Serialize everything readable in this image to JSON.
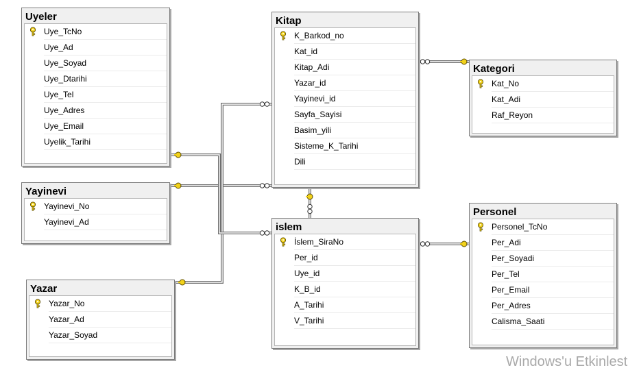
{
  "tables": {
    "uyeler": {
      "title": "Uyeler",
      "key_icon": "key-icon",
      "columns": [
        "Uye_TcNo",
        "Uye_Ad",
        "Uye_Soyad",
        "Uye_Dtarihi",
        "Uye_Tel",
        "Uye_Adres",
        "Uye_Email",
        "Uyelik_Tarihi"
      ]
    },
    "kitap": {
      "title": "Kitap",
      "key_icon": "key-icon",
      "columns": [
        "K_Barkod_no",
        "Kat_id",
        "Kitap_Adi",
        "Yazar_id",
        "Yayinevi_id",
        "Sayfa_Sayisi",
        "Basim_yili",
        "Sisteme_K_Tarihi",
        "Dili"
      ]
    },
    "kategori": {
      "title": "Kategori",
      "key_icon": "key-icon",
      "columns": [
        "Kat_No",
        "Kat_Adi",
        "Raf_Reyon"
      ]
    },
    "yayinevi": {
      "title": "Yayinevi",
      "key_icon": "key-icon",
      "columns": [
        "Yayinevi_No",
        "Yayinevi_Ad"
      ]
    },
    "islem": {
      "title": "islem",
      "key_icon": "key-icon",
      "columns": [
        "İslem_SiraNo",
        "Per_id",
        "Uye_id",
        "K_B_id",
        "A_Tarihi",
        "V_Tarihi"
      ]
    },
    "personel": {
      "title": "Personel",
      "key_icon": "key-icon",
      "columns": [
        "Personel_TcNo",
        "Per_Adi",
        "Per_Soyadi",
        "Per_Tel",
        "Per_Email",
        "Per_Adres",
        "Calisma_Saati"
      ]
    },
    "yazar": {
      "title": "Yazar",
      "key_icon": "key-icon",
      "columns": [
        "Yazar_No",
        "Yazar_Ad",
        "Yazar_Soyad"
      ]
    }
  },
  "relationships": [
    {
      "name": "kitap-kategori",
      "from": "kitap",
      "to": "kategori"
    },
    {
      "name": "kitap-yayinevi",
      "from": "kitap",
      "to": "yayinevi"
    },
    {
      "name": "kitap-yazar",
      "from": "kitap",
      "to": "yazar"
    },
    {
      "name": "kitap-islem",
      "from": "islem",
      "to": "kitap"
    },
    {
      "name": "islem-uyeler",
      "from": "islem",
      "to": "uyeler"
    },
    {
      "name": "islem-personel",
      "from": "islem",
      "to": "personel"
    }
  ],
  "colors": {
    "key": "#f2d21b",
    "line": "#6e6e6e",
    "border": "#7a7a7a",
    "header": "#f0f0f0"
  },
  "watermark": "Windows'u Etkinlesti"
}
